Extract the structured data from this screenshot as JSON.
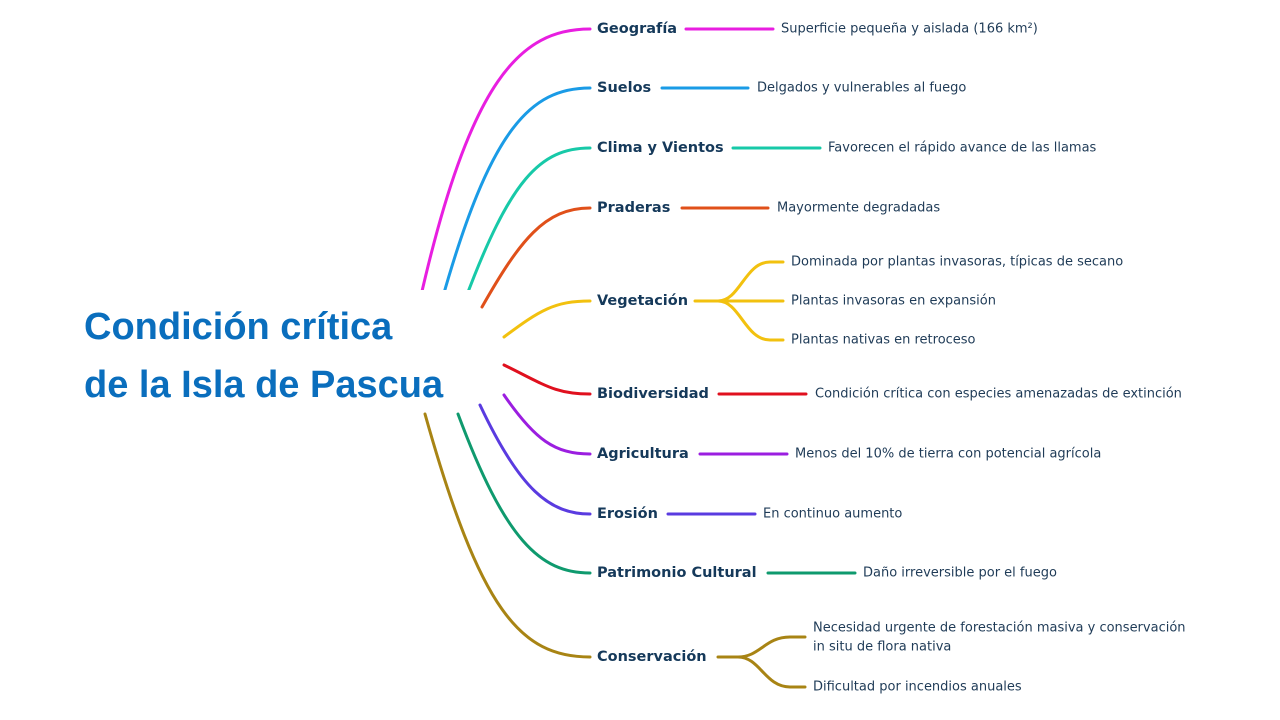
{
  "title": {
    "line1": "Condición crítica",
    "line2": "de la Isla de Pascua"
  },
  "colors": {
    "geografia": "#e81ee0",
    "suelos": "#1a9be6",
    "clima": "#17c9a8",
    "praderas": "#e0501a",
    "vegetacion": "#f2c10f",
    "biodiversidad": "#e0101e",
    "agricultura": "#9b1ee0",
    "erosion": "#5a3be0",
    "patrimonio": "#0f9a6e",
    "conservacion": "#a88414"
  },
  "branches": [
    {
      "label": "Geografía",
      "items": [
        "Superficie pequeña y aislada (166 km²)"
      ]
    },
    {
      "label": "Suelos",
      "items": [
        "Delgados y vulnerables al fuego"
      ]
    },
    {
      "label": "Clima y Vientos",
      "items": [
        "Favorecen el rápido avance de las llamas"
      ]
    },
    {
      "label": "Praderas",
      "items": [
        "Mayormente degradadas"
      ]
    },
    {
      "label": "Vegetación",
      "items": [
        "Dominada por plantas invasoras, típicas de secano",
        "Plantas invasoras en expansión",
        "Plantas nativas en retroceso"
      ]
    },
    {
      "label": "Biodiversidad",
      "items": [
        "Condición crítica con especies amenazadas de extinción"
      ]
    },
    {
      "label": "Agricultura",
      "items": [
        "Menos del 10% de tierra con potencial agrícola"
      ]
    },
    {
      "label": "Erosión",
      "items": [
        "En continuo aumento"
      ]
    },
    {
      "label": "Patrimonio Cultural",
      "items": [
        "Daño irreversible por el fuego"
      ]
    },
    {
      "label": "Conservación",
      "items": [
        "Necesidad urgente de forestación masiva y conservación",
        "in situ de flora nativa",
        "Dificultad por incendios anuales"
      ]
    }
  ]
}
